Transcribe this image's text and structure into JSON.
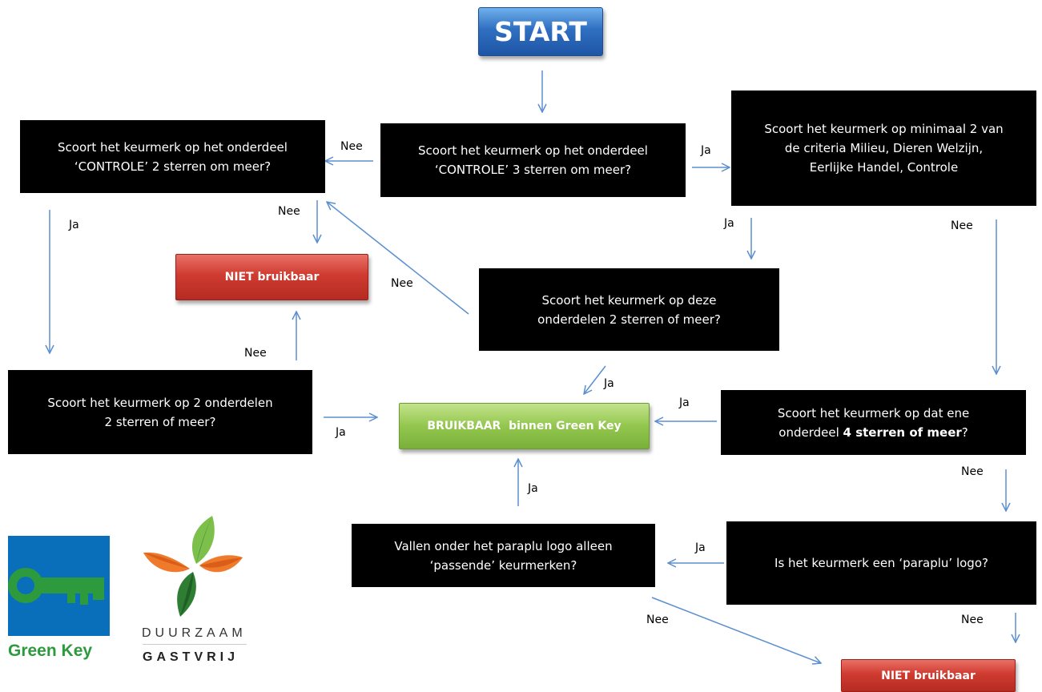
{
  "start": "START",
  "q_controle3": {
    "line1": "Scoort het keurmerk op het onderdeel",
    "line2": "‘CONTROLE’ 3 sterren om meer?"
  },
  "q_controle2": {
    "line1": "Scoort het keurmerk op het onderdeel",
    "line2": "‘CONTROLE’ 2 sterren om meer?"
  },
  "q_criteria": {
    "line1": "Scoort het keurmerk op minimaal 2 van",
    "line2": "de criteria Milieu, Dieren Welzijn,",
    "line3": "Eerlijke Handel, Controle"
  },
  "q_deze": {
    "line1": "Scoort het keurmerk op deze",
    "line2": "onderdelen 2 sterren of meer?"
  },
  "q_twee": {
    "line1": "Scoort het keurmerk op 2 onderdelen",
    "line2": "2 sterren of meer?"
  },
  "q_ene": {
    "line1": "Scoort het keurmerk op dat ene",
    "line2_plain": "onderdeel ",
    "line2_bold": "4 sterren of meer",
    "line2_end": "?"
  },
  "q_paraplu": "Is het keurmerk een ‘paraplu’ logo?",
  "q_vallen": {
    "line1": "Vallen onder het paraplu logo alleen",
    "line2": "‘passende’ keurmerken?"
  },
  "niet1": "NIET bruikbaar",
  "niet2": "NIET bruikbaar",
  "bruikbaar": "BRUIKBAAR  binnen Green Key",
  "labels": {
    "nee": "Nee",
    "ja": "Ja"
  },
  "logos": {
    "green_key": "Green Key",
    "duurzaam": "DUURZAAM",
    "gastvrij": "GASTVRIJ"
  },
  "colors": {
    "arrow": "#5b8fd0",
    "box": "#000000",
    "start": "#2f6fc1",
    "red": "#cf3b30",
    "green": "#93c64e",
    "greenkey_blue": "#0a6fba",
    "greenkey_green": "#2d9a3e"
  }
}
